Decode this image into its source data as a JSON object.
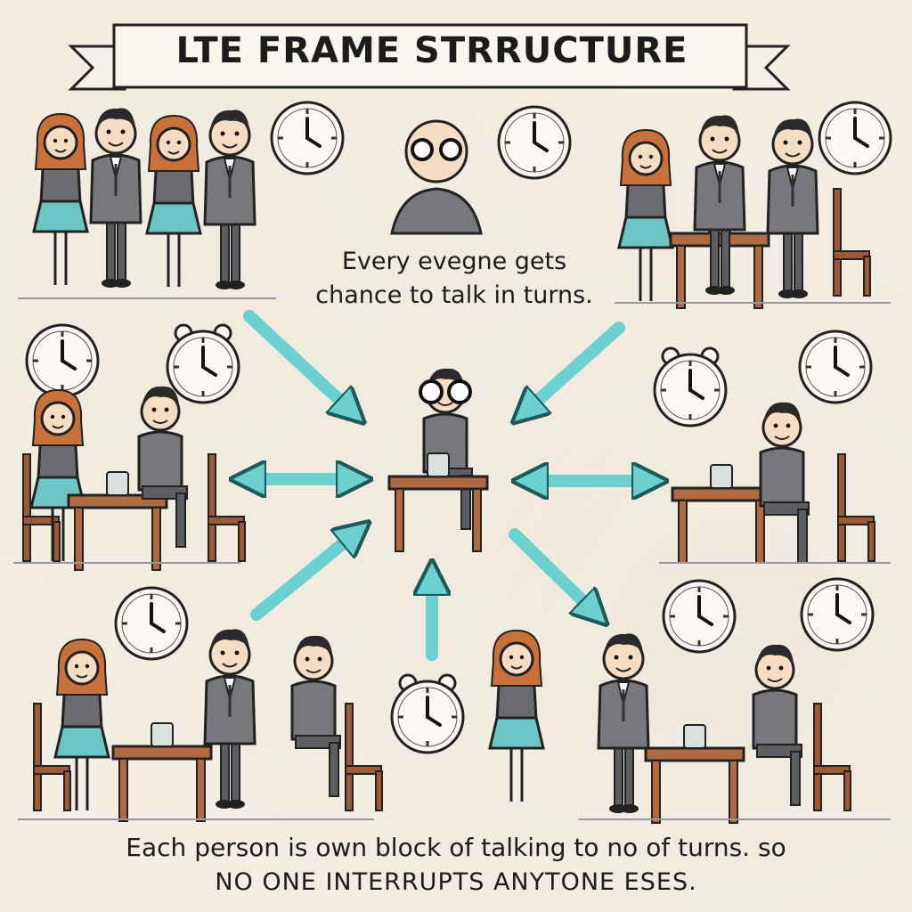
{
  "title": "LTE FRAME STRRUCTURE",
  "speech_bubble": {
    "line1": "Every evegne gets",
    "line2": "chance to talk in turns."
  },
  "caption": {
    "line1": "Each person is own block of talking to no  of turns. so",
    "line2": "NO ONE INTERRUPTS ANYTONE ESES."
  },
  "colors": {
    "arrow": "#6ccfd0",
    "paper": "#f4eee2",
    "ink": "#1c1c1c",
    "suit": "#77787c",
    "dress": "#6cc5c4",
    "table": "#b06a42",
    "hair_red": "#c8713b"
  },
  "icons": [
    "clock-icon",
    "arrow-icon",
    "banner-ribbon"
  ]
}
